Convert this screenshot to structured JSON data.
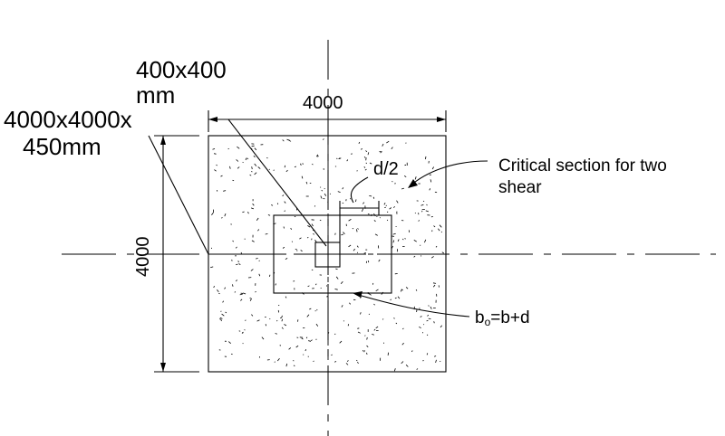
{
  "labels": {
    "column_size_line1": "400x400",
    "column_size_line2": "mm",
    "footing_size_line1": "4000x4000x",
    "footing_size_line2": "450mm",
    "dim_width": "4000",
    "dim_height": "4000",
    "half_depth": "d/2",
    "critical_line1": "Critical section for two",
    "critical_line2": "shear",
    "perimeter_b": "b",
    "perimeter_sub": "o",
    "perimeter_eq": "=b+d"
  }
}
